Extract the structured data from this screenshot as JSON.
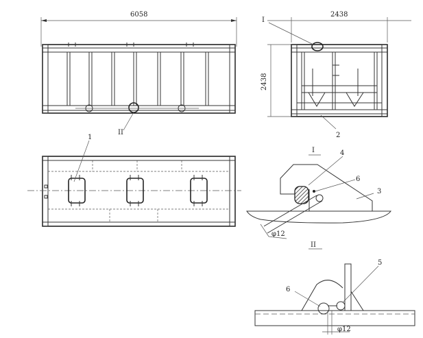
{
  "side_view": {
    "length_dim": "6058",
    "callout_detail": "II"
  },
  "end_view": {
    "width_dim": "2438",
    "height_dim": "2438",
    "callout_detail": "I",
    "part_label": "2"
  },
  "plan_view": {
    "part_label": "1"
  },
  "detail_I": {
    "title": "I",
    "labels": {
      "part4": "4",
      "part6": "6",
      "part3": "3"
    },
    "diameter": "φ12"
  },
  "detail_II": {
    "title": "II",
    "labels": {
      "part5": "5",
      "part6": "6"
    },
    "diameter": "φ12"
  }
}
